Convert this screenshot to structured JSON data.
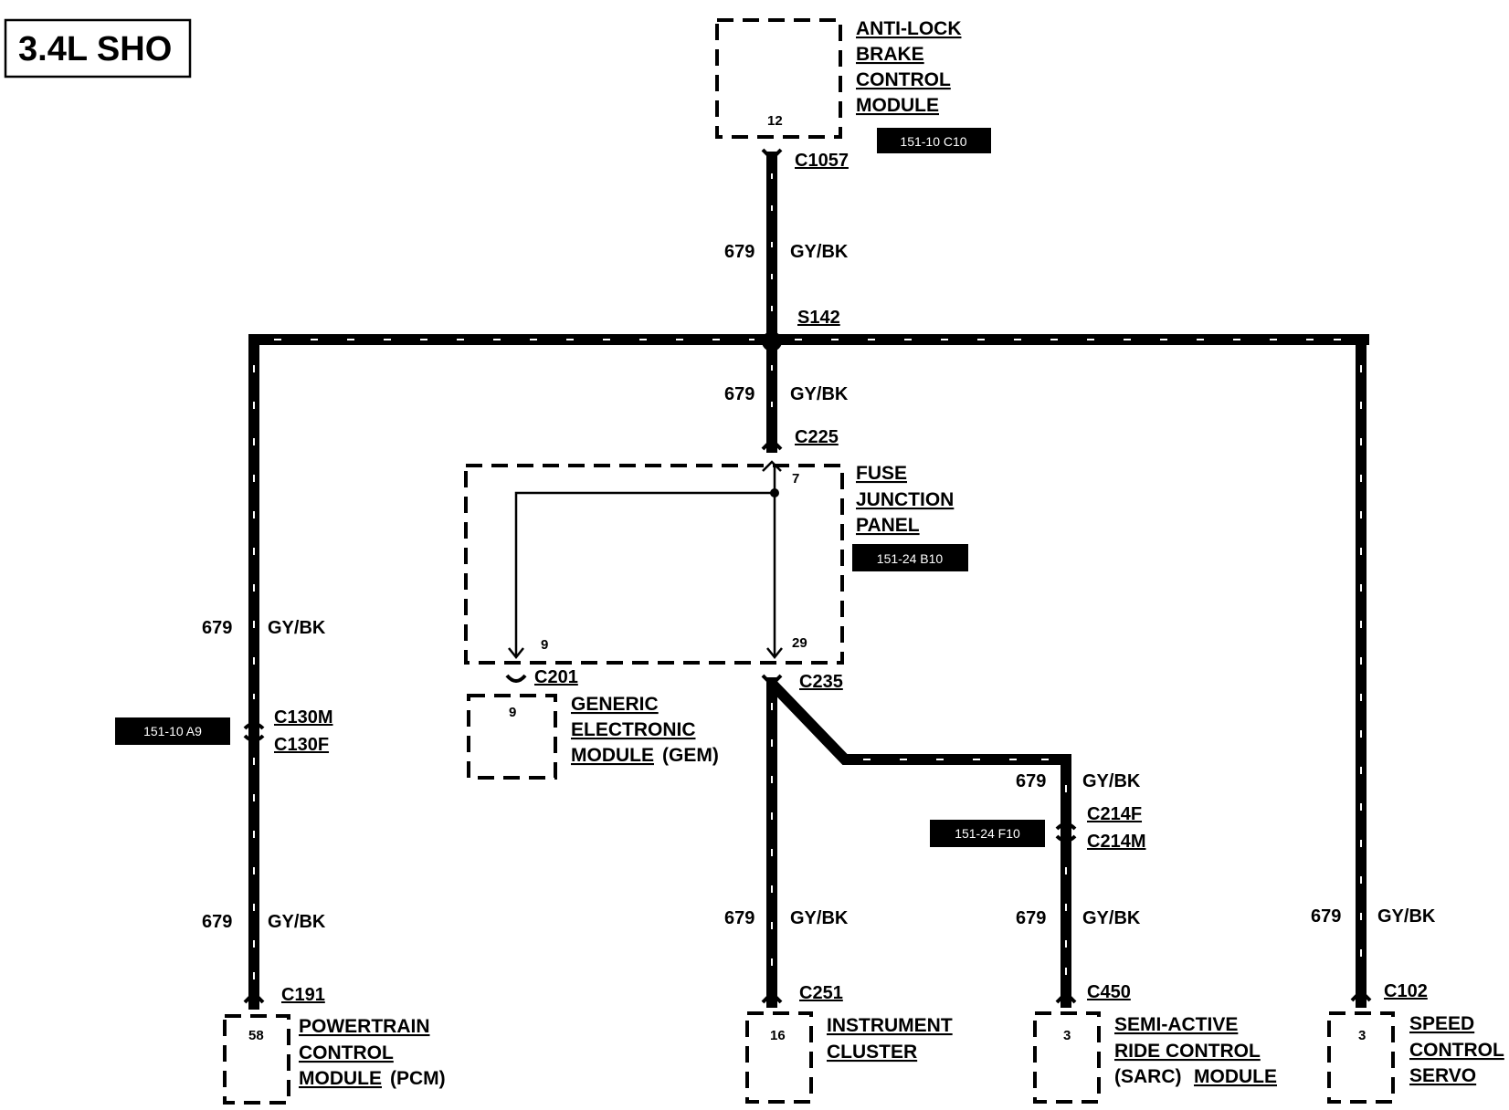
{
  "engine_badge": "3.4L SHO",
  "wire": {
    "circuit": "679",
    "color_code": "GY/BK"
  },
  "splice": "S142",
  "connectors": {
    "c1057": "C1057",
    "c225": "C225",
    "c201": "C201",
    "c235": "C235",
    "c130m": "C130M",
    "c130f": "C130F",
    "c214f": "C214F",
    "c214m": "C214M",
    "c191": "C191",
    "c251": "C251",
    "c450": "C450",
    "c102": "C102"
  },
  "refs": {
    "abs": "151-10 C10",
    "fjp": "151-24 B10",
    "c130": "151-10 A9",
    "c214": "151-24 F10"
  },
  "components": {
    "abs": {
      "lines": [
        "ANTI-LOCK",
        "BRAKE",
        "CONTROL",
        "MODULE"
      ],
      "pin": "12"
    },
    "fjp": {
      "lines": [
        "FUSE",
        "JUNCTION",
        "PANEL"
      ],
      "pin_in": "7",
      "pin_gem": "9",
      "pin_out": "29"
    },
    "gem": {
      "lines": [
        "GENERIC",
        "ELECTRONIC",
        "MODULE"
      ],
      "suffix": "(GEM)",
      "pin": "9"
    },
    "pcm": {
      "lines": [
        "POWERTRAIN",
        "CONTROL",
        "MODULE"
      ],
      "suffix": "(PCM)",
      "pin": "58"
    },
    "cluster": {
      "lines": [
        "INSTRUMENT",
        "CLUSTER"
      ],
      "pin": "16"
    },
    "sarc": {
      "lines": [
        "SEMI-ACTIVE",
        "RIDE CONTROL"
      ],
      "prefix": "(SARC)",
      "last": "MODULE",
      "pin": "3"
    },
    "servo": {
      "lines": [
        "SPEED",
        "CONTROL",
        "SERVO"
      ],
      "pin": "3"
    }
  }
}
